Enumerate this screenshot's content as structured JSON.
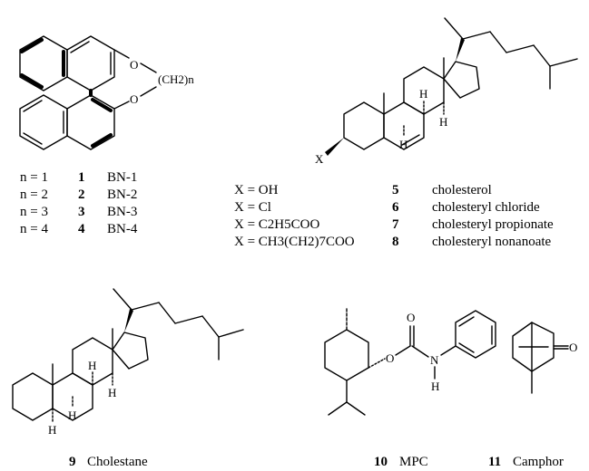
{
  "binaphthyl": {
    "atom_o1": "O",
    "atom_o2": "O",
    "bridge": "(CH2)n",
    "rows": [
      {
        "n": "n = 1",
        "num": "1",
        "name": "BN-1"
      },
      {
        "n": "n = 2",
        "num": "2",
        "name": "BN-2"
      },
      {
        "n": "n = 3",
        "num": "3",
        "name": "BN-3"
      },
      {
        "n": "n = 4",
        "num": "4",
        "name": "BN-4"
      }
    ]
  },
  "cholesterol_series": {
    "substituent": "X",
    "h1": "H",
    "h2": "H",
    "h3": "H",
    "rows": [
      {
        "x": "X = OH",
        "num": "5",
        "name": "cholesterol"
      },
      {
        "x": "X = Cl",
        "num": "6",
        "name": "cholesteryl chloride"
      },
      {
        "x": "X = C2H5COO",
        "num": "7",
        "name": "cholesteryl propionate"
      },
      {
        "x": "X = CH3(CH2)7COO",
        "num": "8",
        "name": "cholesteryl nonanoate"
      }
    ]
  },
  "cholestane": {
    "num": "9",
    "name": "Cholestane",
    "h1": "H",
    "h2": "H",
    "h3": "H",
    "h4": "H"
  },
  "mpc": {
    "num": "10",
    "name": "MPC",
    "o_carbonyl": "O",
    "o_ester": "O",
    "n": "N",
    "h": "H"
  },
  "camphor": {
    "num": "11",
    "name": "Camphor",
    "o": "O"
  }
}
